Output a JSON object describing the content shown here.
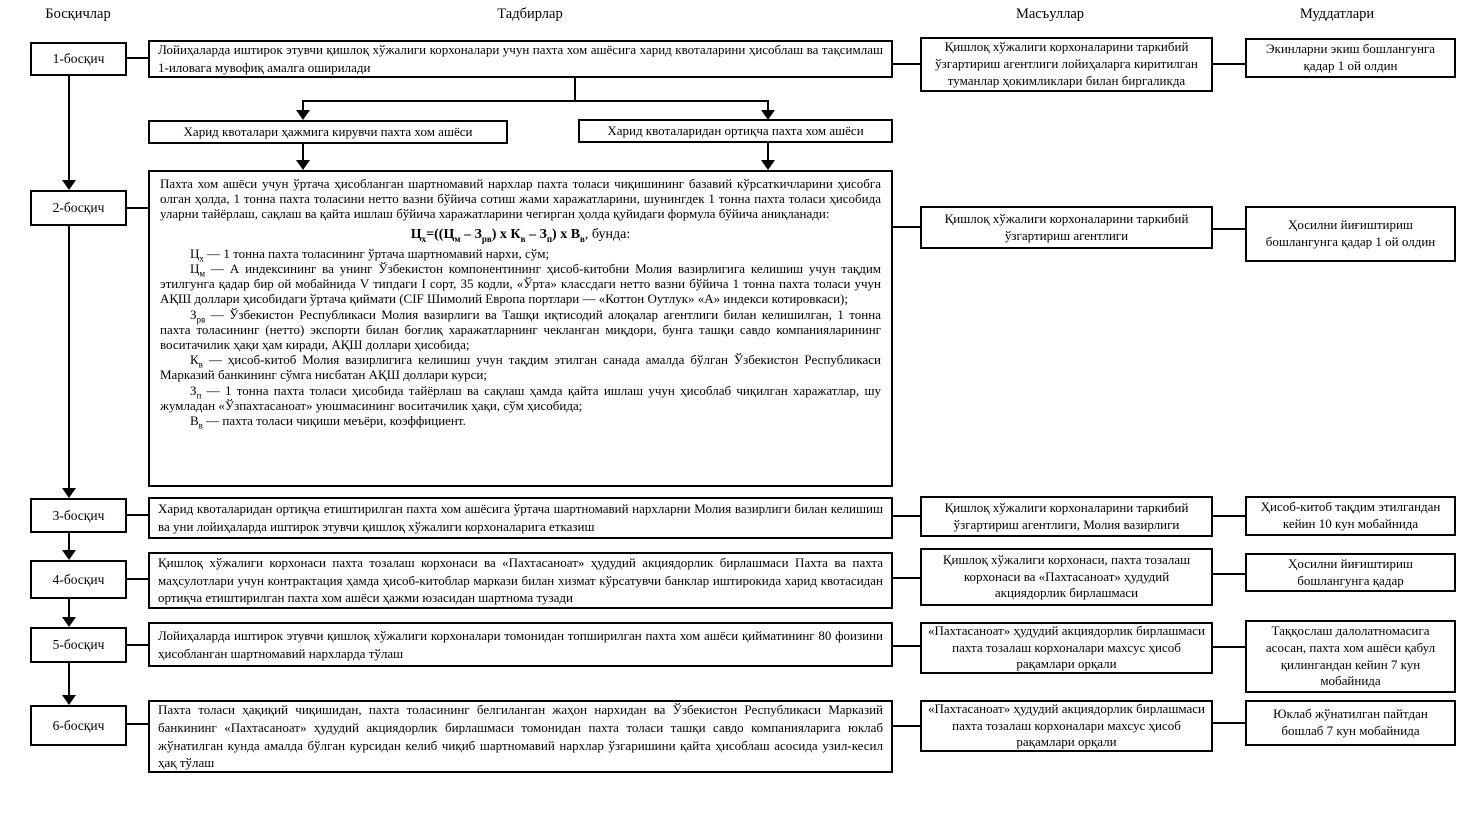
{
  "headers": {
    "stages": "Босқичлар",
    "activities": "Тадбирлар",
    "responsibles": "Масъуллар",
    "deadlines": "Муддатлари"
  },
  "branches": {
    "left": "Харид квоталари ҳажмига кирувчи пахта хом ашёси",
    "right": "Харид квоталаридан ортиқча пахта хом ашёси"
  },
  "rows": [
    {
      "stage": "1-босқич",
      "activity": "Лойиҳаларда иштирок этувчи қишлоқ хўжалиги корхоналари учун пахта хом ашёсига харид квоталарини ҳисоблаш ва тақсимлаш 1-иловага мувофиқ амалга оширилади",
      "responsible": "Қишлоқ хўжалиги корхоналарини таркибий ўзгартириш агентлиги лойиҳаларга киритилган туманлар ҳокимликлари билан биргаликда",
      "deadline": "Экинларни экиш бошлангунга қадар 1 ой олдин"
    },
    {
      "stage": "2-босқич",
      "responsible": "Қишлоқ хўжалиги корхоналарини таркибий ўзгартириш агентлиги",
      "deadline": "Ҳосилни йиғиштириш бошлангунга қадар 1 ой олдин"
    },
    {
      "stage": "3-босқич",
      "activity": "Харид квоталаридан ортиқча етиштирилган пахта хом ашёсига ўртача шартномавий нархларни Молия вазирлиги билан келишиш ва уни лойиҳаларда иштирок этувчи қишлоқ хўжалиги корхоналарига етказиш",
      "responsible": "Қишлоқ хўжалиги корхоналарини таркибий ўзгартириш агентлиги, Молия вазирлиги",
      "deadline": "Ҳисоб-китоб тақдим этилгандан кейин 10 кун мобайнида"
    },
    {
      "stage": "4-босқич",
      "activity": "Қишлоқ хўжалиги корхонаси пахта тозалаш корхонаси ва «Пахтасаноат» ҳудудий акциядорлик бирлашмаси Пахта ва пахта маҳсулотлари учун контрактация ҳамда ҳисоб-китоблар маркази билан хизмат кўрсатувчи банклар иштирокида харид квотасидан ортиқча етиштирилган пахта хом ашёси ҳажми юзасидан шартнома тузади",
      "responsible": "Қишлоқ хўжалиги корхонаси, пахта тозалаш корхонаси ва «Пахтасаноат» ҳудудий акциядорлик бирлашмаси",
      "deadline": "Ҳосилни йиғиштириш бошлангунга қадар"
    },
    {
      "stage": "5-босқич",
      "activity": "Лойиҳаларда иштирок этувчи қишлоқ хўжалиги корхоналари томонидан топширилган пахта хом ашёси қийматининг 80 фоизини ҳисобланган шартномавий нархларда тўлаш",
      "responsible": "«Пахтасаноат» ҳудудий акциядорлик бирлашмаси пахта тозалаш корхоналари махсус ҳисоб рақамлари орқали",
      "deadline": "Таққослаш далолатномасига асосан, пахта хом ашёси қабул қилингандан кейин 7 кун мобайнида"
    },
    {
      "stage": "6-босқич",
      "activity": "Пахта толаси ҳақиқий чиқишидан, пахта толасининг белгиланган жаҳон нархидан ва Ўзбекистон Республикаси Марказий банкининг «Пахтасаноат» ҳудудий акциядорлик бирлашмаси томонидан пахта толаси ташқи савдо компанияларига юклаб жўнатилган кунда амалда бўлган курсидан келиб чиқиб шартномавий нархлар ўзгаришини қайта ҳисоблаш асосида узил-кесил ҳақ тўлаш",
      "responsible": "«Пахтасаноат» ҳудудий акциядорлик бирлашмаси пахта тозалаш корхоналари махсус ҳисоб рақамлари орқали",
      "deadline": "Юклаб жўнатилган пайтдан бошлаб 7 кун мобайнида"
    }
  ],
  "stage2": {
    "intro": "Пахта хом ашёси учун ўртача ҳисобланган шартномавий нархлар пахта толаси чиқишининг базавий кўрсаткичларини ҳисобга олган ҳолда, 1 тонна пахта толасини нетто вазни бўйича сотиш жами харажатларини, шунингдек 1 тонна пахта толаси ҳисобида уларни тайёрлаш, сақлаш ва қайта ишлаш бўйича харажатларини чегирган ҳолда қуйидаги формула бўйича аниқланади:",
    "formula": {
      "p1": "Ц",
      "s1": "х",
      "p2": "=((Ц",
      "s2": "м",
      "p3": " – З",
      "s3": "рв",
      "p4": ") х К",
      "s4": "в",
      "p5": " – З",
      "s5": "п",
      "p6": ") х В",
      "s6": "в",
      "tail": ", бунда:"
    },
    "defs": [
      {
        "term": "Ц",
        "sub": "х",
        "text": " — 1 тонна пахта толасининг ўртача шартномавий нархи, сўм;"
      },
      {
        "term": "Ц",
        "sub": "м",
        "text": " — А индексининг ва унинг Ўзбекистон компонентининг ҳисоб-китобни Молия вазирлигига келишиш учун тақдим этилгунга қадар бир ой мобайнида V типдаги I сорт, 35 кодли, «Ўрта» классдаги нетто вазни бўйича 1 тонна пахта толаси учун АҚШ доллари ҳисобидаги ўртача қиймати (CIF Шимолий Европа портлари — «Коттон Оутлук» «А» индекси котировкаси);"
      },
      {
        "term": "З",
        "sub": "рв",
        "text": " — Ўзбекистон Республикаси Молия вазирлиги ва Ташқи иқтисодий алоқалар агентлиги билан келишилган, 1 тонна пахта толасининг (нетто) экспорти билан боғлиқ харажатларнинг чекланган миқдори, бунга ташқи савдо компанияларининг воситачилик ҳақи ҳам киради, АҚШ доллари ҳисобида;"
      },
      {
        "term": "К",
        "sub": "в",
        "text": " — ҳисоб-китоб Молия вазирлигига келишиш учун тақдим этилган санада амалда бўлган Ўзбекистон Республикаси Марказий банкининг сўмга нисбатан АҚШ доллари курси;"
      },
      {
        "term": "З",
        "sub": "п",
        "text": " — 1 тонна пахта толаси ҳисобида тайёрлаш ва сақлаш ҳамда қайта ишлаш учун ҳисоблаб чиқилган харажатлар, шу жумладан «Ўзпахтасаноат» уюшмасининг воситачилик ҳақи, сўм ҳисобида;"
      },
      {
        "term": "В",
        "sub": "в",
        "text": " — пахта толаси чиқиши меъёри, коэффициент."
      }
    ]
  }
}
